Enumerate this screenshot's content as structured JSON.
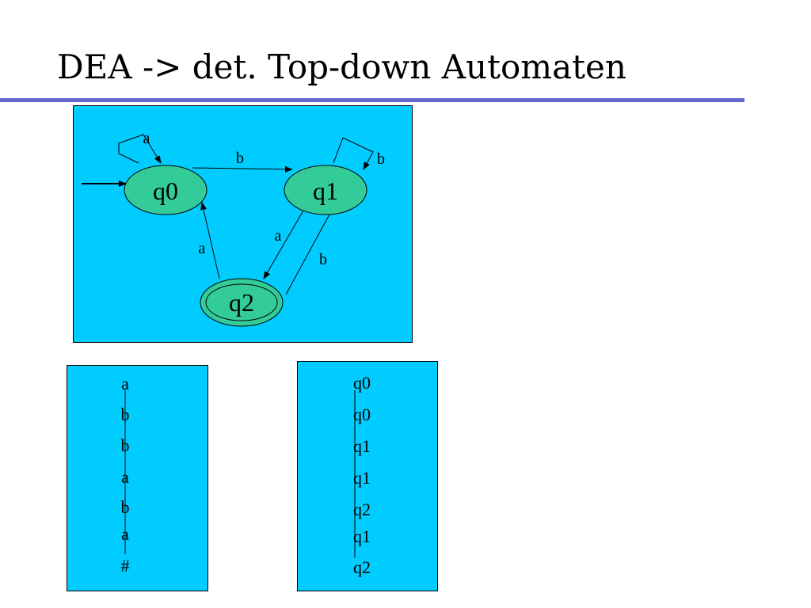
{
  "slide": {
    "title": "DEA -> det. Top-down Automaten"
  },
  "colors": {
    "rule": "#6666cc",
    "panel_bg": "#00ccff",
    "state_fill": "#33cc99"
  },
  "automaton": {
    "states": [
      {
        "id": "q0",
        "label": "q0",
        "initial": true,
        "final": false
      },
      {
        "id": "q1",
        "label": "q1",
        "initial": false,
        "final": false
      },
      {
        "id": "q2",
        "label": "q2",
        "initial": false,
        "final": true
      }
    ],
    "transitions": [
      {
        "from": "q0",
        "to": "q0",
        "label": "a"
      },
      {
        "from": "q0",
        "to": "q1",
        "label": "b"
      },
      {
        "from": "q1",
        "to": "q1",
        "label": "b"
      },
      {
        "from": "q1",
        "to": "q2",
        "label": "a"
      },
      {
        "from": "q2",
        "to": "q1",
        "label": "b"
      },
      {
        "from": "q2",
        "to": "q0",
        "label": "a"
      }
    ]
  },
  "input_tree": {
    "nodes": [
      "a",
      "b",
      "b",
      "a",
      "b",
      "a",
      "#"
    ]
  },
  "run_tree": {
    "nodes": [
      "q0",
      "q0",
      "q1",
      "q1",
      "q2",
      "q1",
      "q2"
    ]
  }
}
